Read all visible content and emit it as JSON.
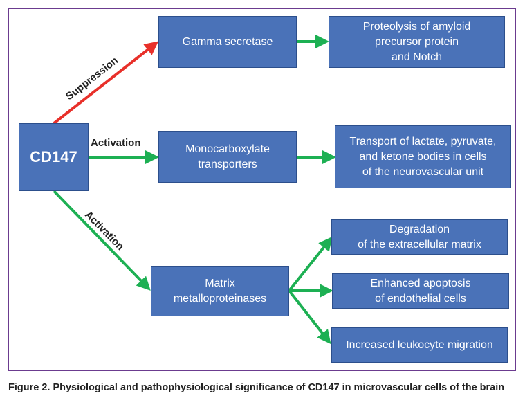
{
  "diagram": {
    "source": {
      "label": "CD147"
    },
    "edges": [
      {
        "label": "Suppression",
        "color": "#e8302a"
      },
      {
        "label": "Activation",
        "color": "#1db053"
      },
      {
        "label": "Activation",
        "color": "#1db053"
      }
    ],
    "targets": [
      {
        "label": "Gamma secretase"
      },
      {
        "label": "Monocarboxylate\ntransporters"
      },
      {
        "label": "Matrix\nmetalloproteinases"
      }
    ],
    "effects": [
      {
        "label": "Proteolysis of amyloid\nprecursor protein\nand Notch"
      },
      {
        "label": "Transport of lactate, pyruvate,\nand ketone bodies in cells\nof the neurovascular unit"
      },
      {
        "label": "Degradation\nof the extracellular matrix"
      },
      {
        "label": "Enhanced apoptosis\nof endothelial cells"
      },
      {
        "label": "Increased leukocyte migration"
      }
    ],
    "colors": {
      "box_fill": "#4a72b8",
      "box_border": "#2c4f8c",
      "frame": "#6b3b8f",
      "activation": "#1db053",
      "suppression": "#e8302a"
    }
  },
  "caption": "Figure 2. Physiological and pathophysiological significance of CD147 in microvascular cells of the brain"
}
